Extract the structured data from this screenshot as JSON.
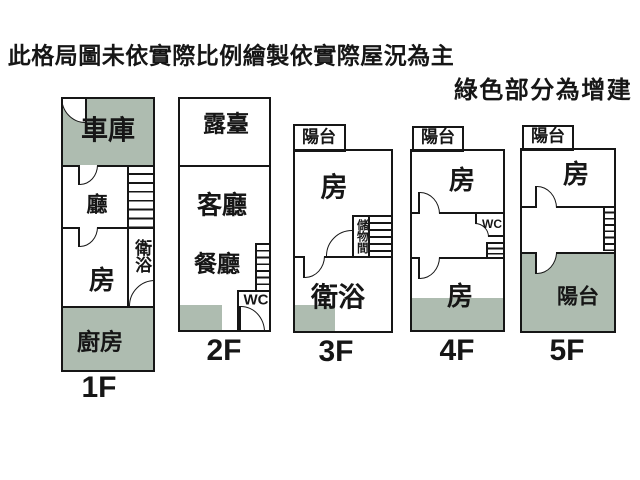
{
  "title": "此格局圖未依實際比例繪製依實際屋況為主",
  "legend": "綠色部分為增建",
  "colors": {
    "addition_green": "#aebcb0",
    "line": "#161616",
    "background": "#ffffff"
  },
  "floors": [
    {
      "label": "1F",
      "rooms": {
        "garage": "車庫",
        "hall": "廳",
        "bath": "衛浴",
        "room": "房",
        "kitchen": "廚房"
      }
    },
    {
      "label": "2F",
      "rooms": {
        "terrace": "露臺",
        "living": "客廳",
        "dining": "餐廳",
        "wc": "WC"
      }
    },
    {
      "label": "3F",
      "rooms": {
        "balcony": "陽台",
        "room": "房",
        "storage": "儲物間",
        "bath": "衛浴"
      }
    },
    {
      "label": "4F",
      "rooms": {
        "balcony": "陽台",
        "room_upper": "房",
        "wc": "WC",
        "room_lower": "房"
      }
    },
    {
      "label": "5F",
      "rooms": {
        "balcony": "陽台",
        "room": "房",
        "rear_balcony": "陽台"
      }
    }
  ]
}
